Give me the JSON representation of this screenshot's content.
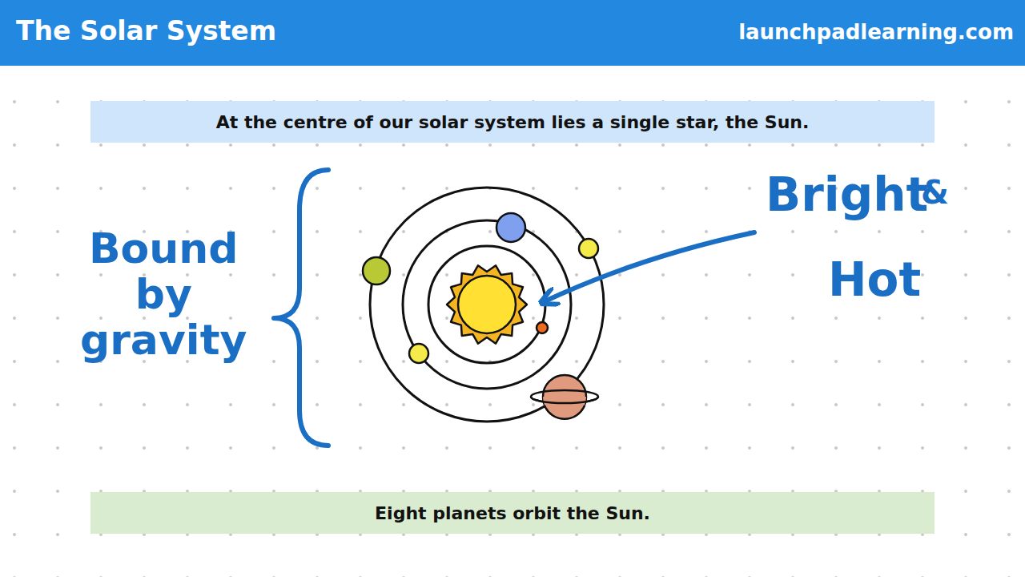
{
  "diagram": {
    "title": "The Solar System",
    "nodes": [
      {
        "text": [
          "At the centre of our solar system lies a single star, the Sun."
        ]
      },
      {
        "text": [
          "Eight planets orbit the Sun."
        ]
      }
    ],
    "labels": [
      "launchpadlearning.com",
      "Bound by gravity",
      "Bright",
      "&",
      "Hot"
    ]
  }
}
